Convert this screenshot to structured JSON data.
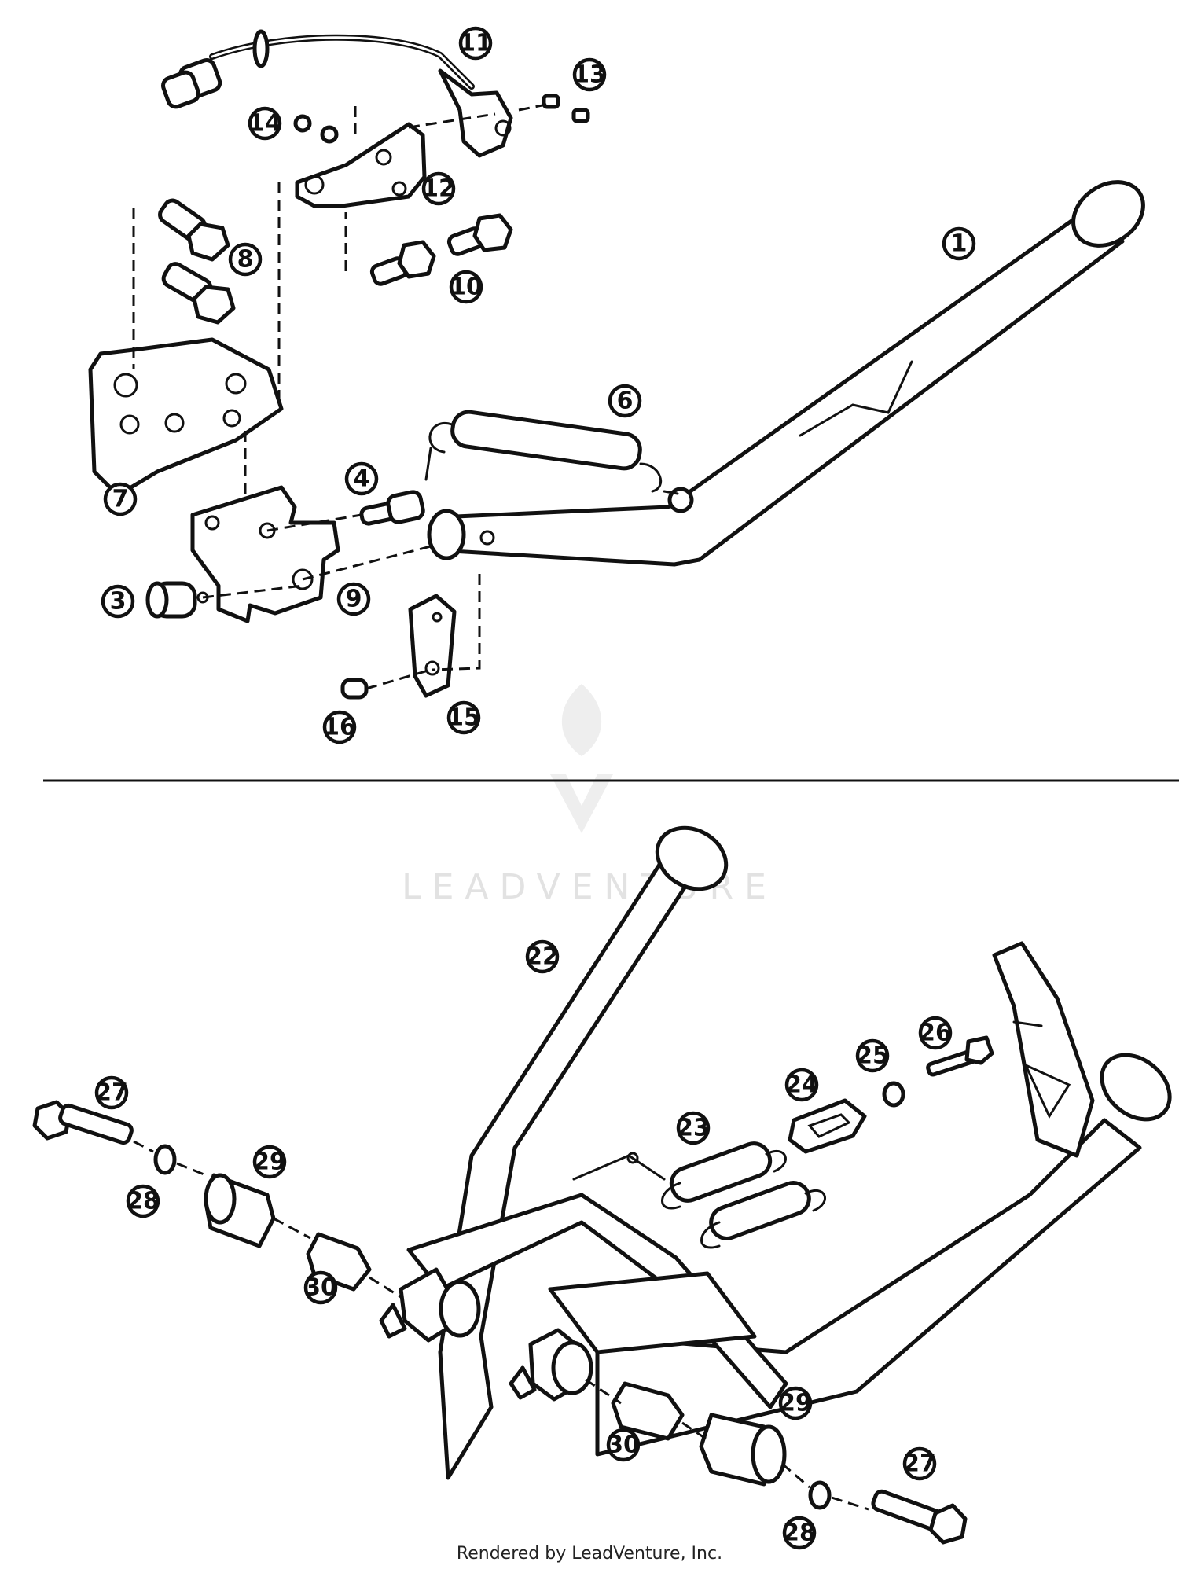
{
  "callouts_side_stand": [
    "1",
    "3",
    "4",
    "6",
    "7",
    "8",
    "9",
    "10",
    "11",
    "12",
    "13",
    "14",
    "15",
    "16"
  ],
  "callouts_main_stand": [
    "22",
    "23",
    "24",
    "25",
    "26",
    "27",
    "28",
    "29",
    "30",
    "30",
    "29",
    "28",
    "27"
  ],
  "watermark": "LEADVENTURE",
  "footer_text": "Rendered by LeadVenture, Inc."
}
